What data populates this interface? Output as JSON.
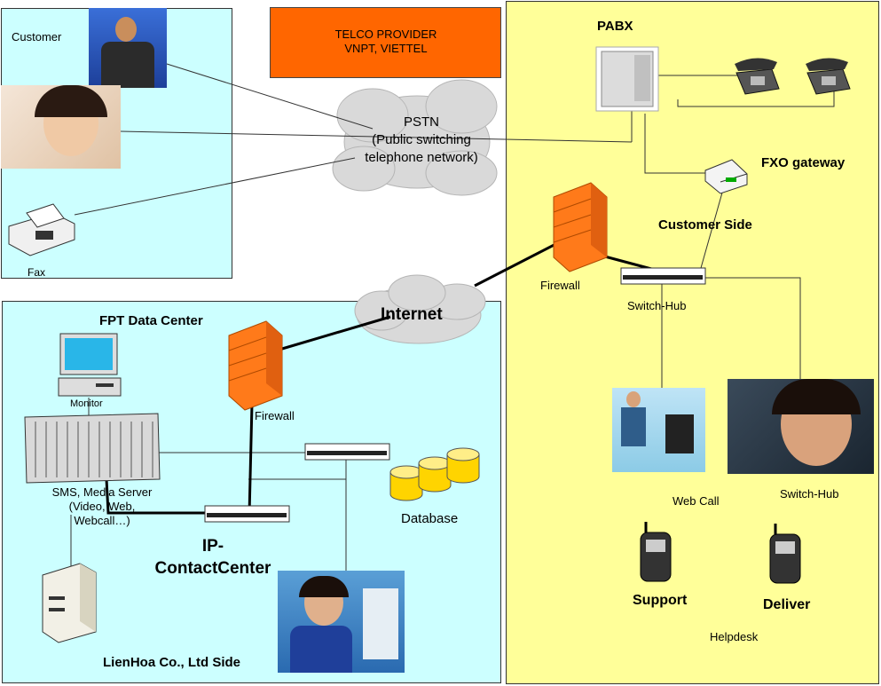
{
  "colors": {
    "customer_bg": "#ccffff",
    "datacenter_bg": "#ccffff",
    "customer_side_bg": "#ffff99",
    "telco_bg": "#ff6600",
    "firewall": "#ff7a1a",
    "cloud": "#d9d9d9"
  },
  "telco": {
    "line1": "TELCO PROVIDER",
    "line2": "VNPT, VIETTEL"
  },
  "customer": {
    "title": "Customer",
    "fax": "Fax"
  },
  "pstn": {
    "line1": "PSTN",
    "line2": "(Public switching",
    "line3": "telephone network)"
  },
  "internet": "Internet",
  "right": {
    "pabx": "PABX",
    "fxo": "FXO gateway",
    "customer_side": "Customer Side",
    "firewall": "Firewall",
    "switch_hub": "Switch-Hub",
    "web_call": "Web Call",
    "switch_hub_2": "Switch-Hub",
    "support": "Support",
    "deliver": "Deliver",
    "helpdesk": "Helpdesk"
  },
  "left": {
    "title": "FPT Data Center",
    "monitor": "Monitor",
    "firewall": "Firewall",
    "server_line1": "SMS, Media Server",
    "server_line2": "(Video, Web,",
    "server_line3": "Webcall…)",
    "database": "Database",
    "ipcc_line1": "IP-",
    "ipcc_line2": "ContactCenter",
    "lienhoa": "LienHoa Co., Ltd Side"
  }
}
